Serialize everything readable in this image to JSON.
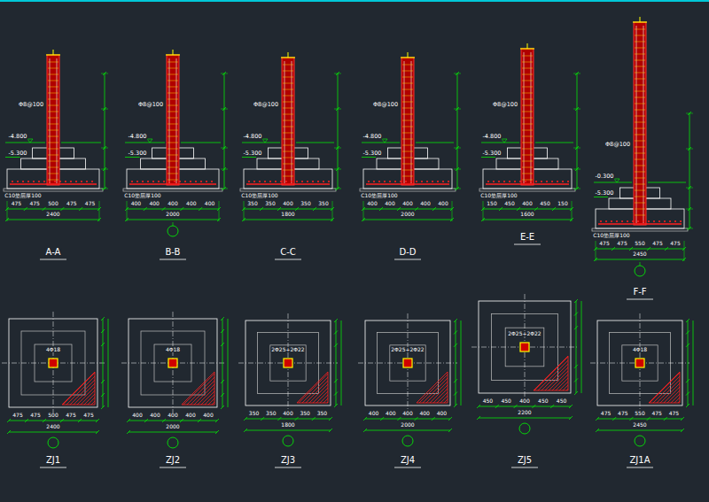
{
  "diagram": {
    "labels": [
      "A-A",
      "Φ8@100",
      "-4.800",
      "-5.300",
      "C10垫层厚100",
      "475",
      "475",
      "500",
      "475",
      "475",
      "2400",
      "B-B",
      "Φ8@100",
      "-4.800",
      "-5.300",
      "C10垫层厚100",
      "400",
      "400",
      "400",
      "400",
      "400",
      "2000",
      "C-C",
      "Φ8@100",
      "-4.800",
      "-5.300",
      "C10垫层厚100",
      "350",
      "350",
      "400",
      "350",
      "350",
      "1800",
      "D-D",
      "Φ8@100",
      "-4.800",
      "-5.300",
      "C10垫层厚100",
      "400",
      "400",
      "400",
      "400",
      "400",
      "2000",
      "E-E",
      "Φ8@100",
      "-4.800",
      "-5.300",
      "C10垫层厚100",
      "150",
      "450",
      "400",
      "450",
      "150",
      "1600",
      "F-F",
      "Φ8@100",
      "-0.300",
      "-5.300",
      "C10垫层厚100",
      "475",
      "475",
      "550",
      "475",
      "475",
      "2450",
      "ZJ1",
      "4Φ18",
      "475",
      "475",
      "500",
      "475",
      "475",
      "2400",
      "ZJ2",
      "4Φ18",
      "400",
      "400",
      "400",
      "400",
      "400",
      "2000",
      "ZJ3",
      "2Φ25+2Φ22",
      "350",
      "350",
      "400",
      "350",
      "350",
      "1800",
      "ZJ4",
      "2Φ25+2Φ22",
      "400",
      "400",
      "400",
      "400",
      "400",
      "2000",
      "ZJ5",
      "2Φ25+2Φ22",
      "450",
      "450",
      "400",
      "450",
      "450",
      "2200",
      "ZJ1A",
      "4Φ18",
      "475",
      "475",
      "550",
      "475",
      "475",
      "2450"
    ]
  }
}
